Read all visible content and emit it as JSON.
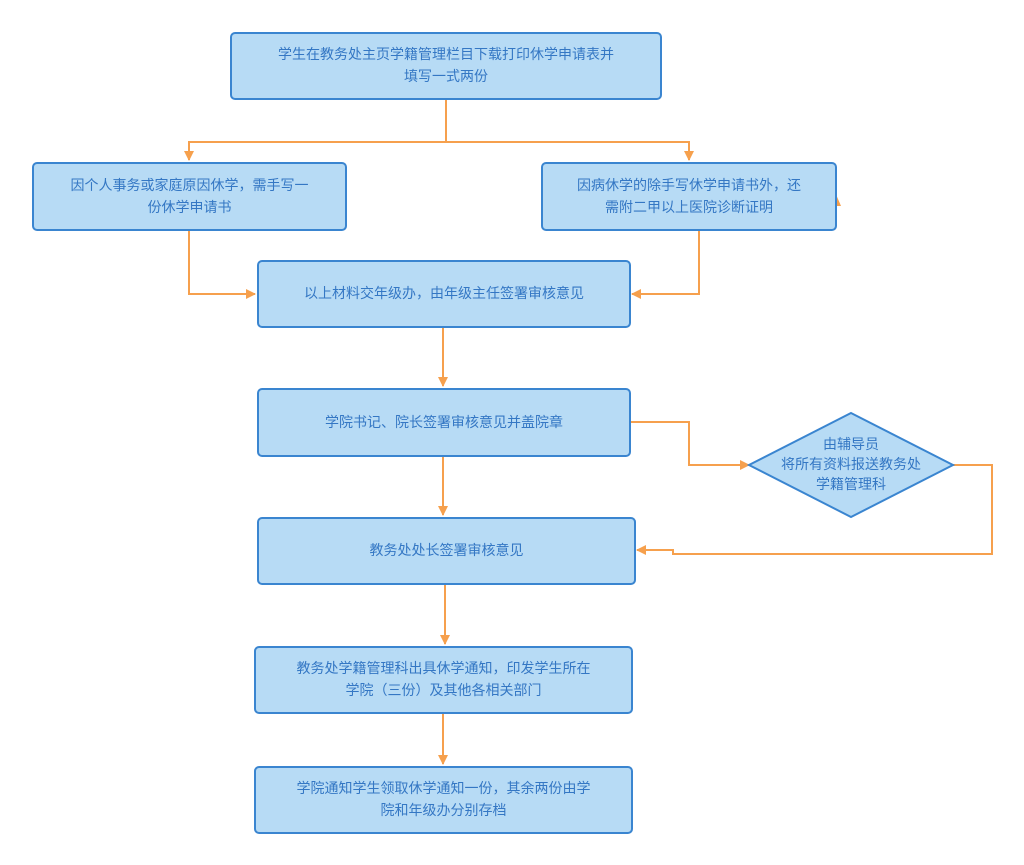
{
  "colors": {
    "node_fill": "#b7dbf5",
    "node_border": "#3a85d0",
    "node_text": "#3477c4",
    "connector": "#f6a04d"
  },
  "nodes": {
    "start": {
      "lines": [
        "学生在教务处主页学籍管理栏目下载打印休学申请表并",
        "填写一式两份"
      ]
    },
    "personal": {
      "lines": [
        "因个人事务或家庭原因休学，需手写一",
        "份休学申请书"
      ]
    },
    "illness": {
      "lines": [
        "因病休学的除手写休学申请书外，还",
        "需附二甲以上医院诊断证明"
      ]
    },
    "grade_office": {
      "lines": [
        "以上材料交年级办，由年级主任签署审核意见"
      ]
    },
    "college": {
      "lines": [
        "学院书记、院长签署审核意见并盖院章"
      ]
    },
    "counselor": {
      "lines": [
        "由辅导员",
        "将所有资料报送教务处",
        "学籍管理科"
      ]
    },
    "academic_affairs": {
      "lines": [
        "教务处处长签署审核意见"
      ]
    },
    "registrar": {
      "lines": [
        "教务处学籍管理科出具休学通知，印发学生所在",
        "学院（三份）及其他各相关部门"
      ]
    },
    "archive": {
      "lines": [
        "学院通知学生领取休学通知一份，其余两份由学",
        "院和年级办分别存档"
      ]
    }
  }
}
